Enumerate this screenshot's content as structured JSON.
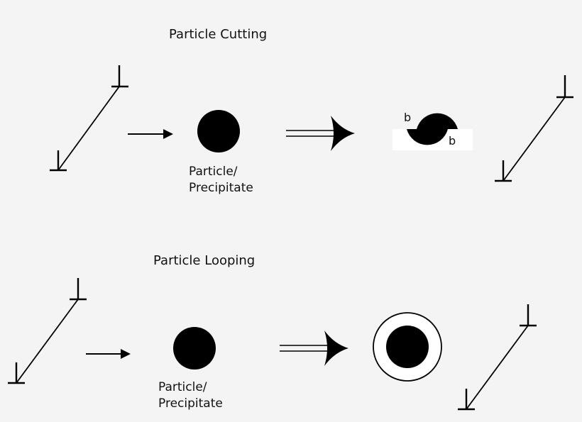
{
  "colors": {
    "background": "#f4f4f4",
    "ink": "#000000",
    "highlight": "#ffffff"
  },
  "cutting": {
    "title": "Particle Cutting",
    "caption_line1": "Particle/",
    "caption_line2": "Precipitate",
    "burgers_label_1": "b",
    "burgers_label_2": "b"
  },
  "looping": {
    "title": "Particle Looping",
    "caption_line1": "Particle/",
    "caption_line2": "Precipitate"
  }
}
